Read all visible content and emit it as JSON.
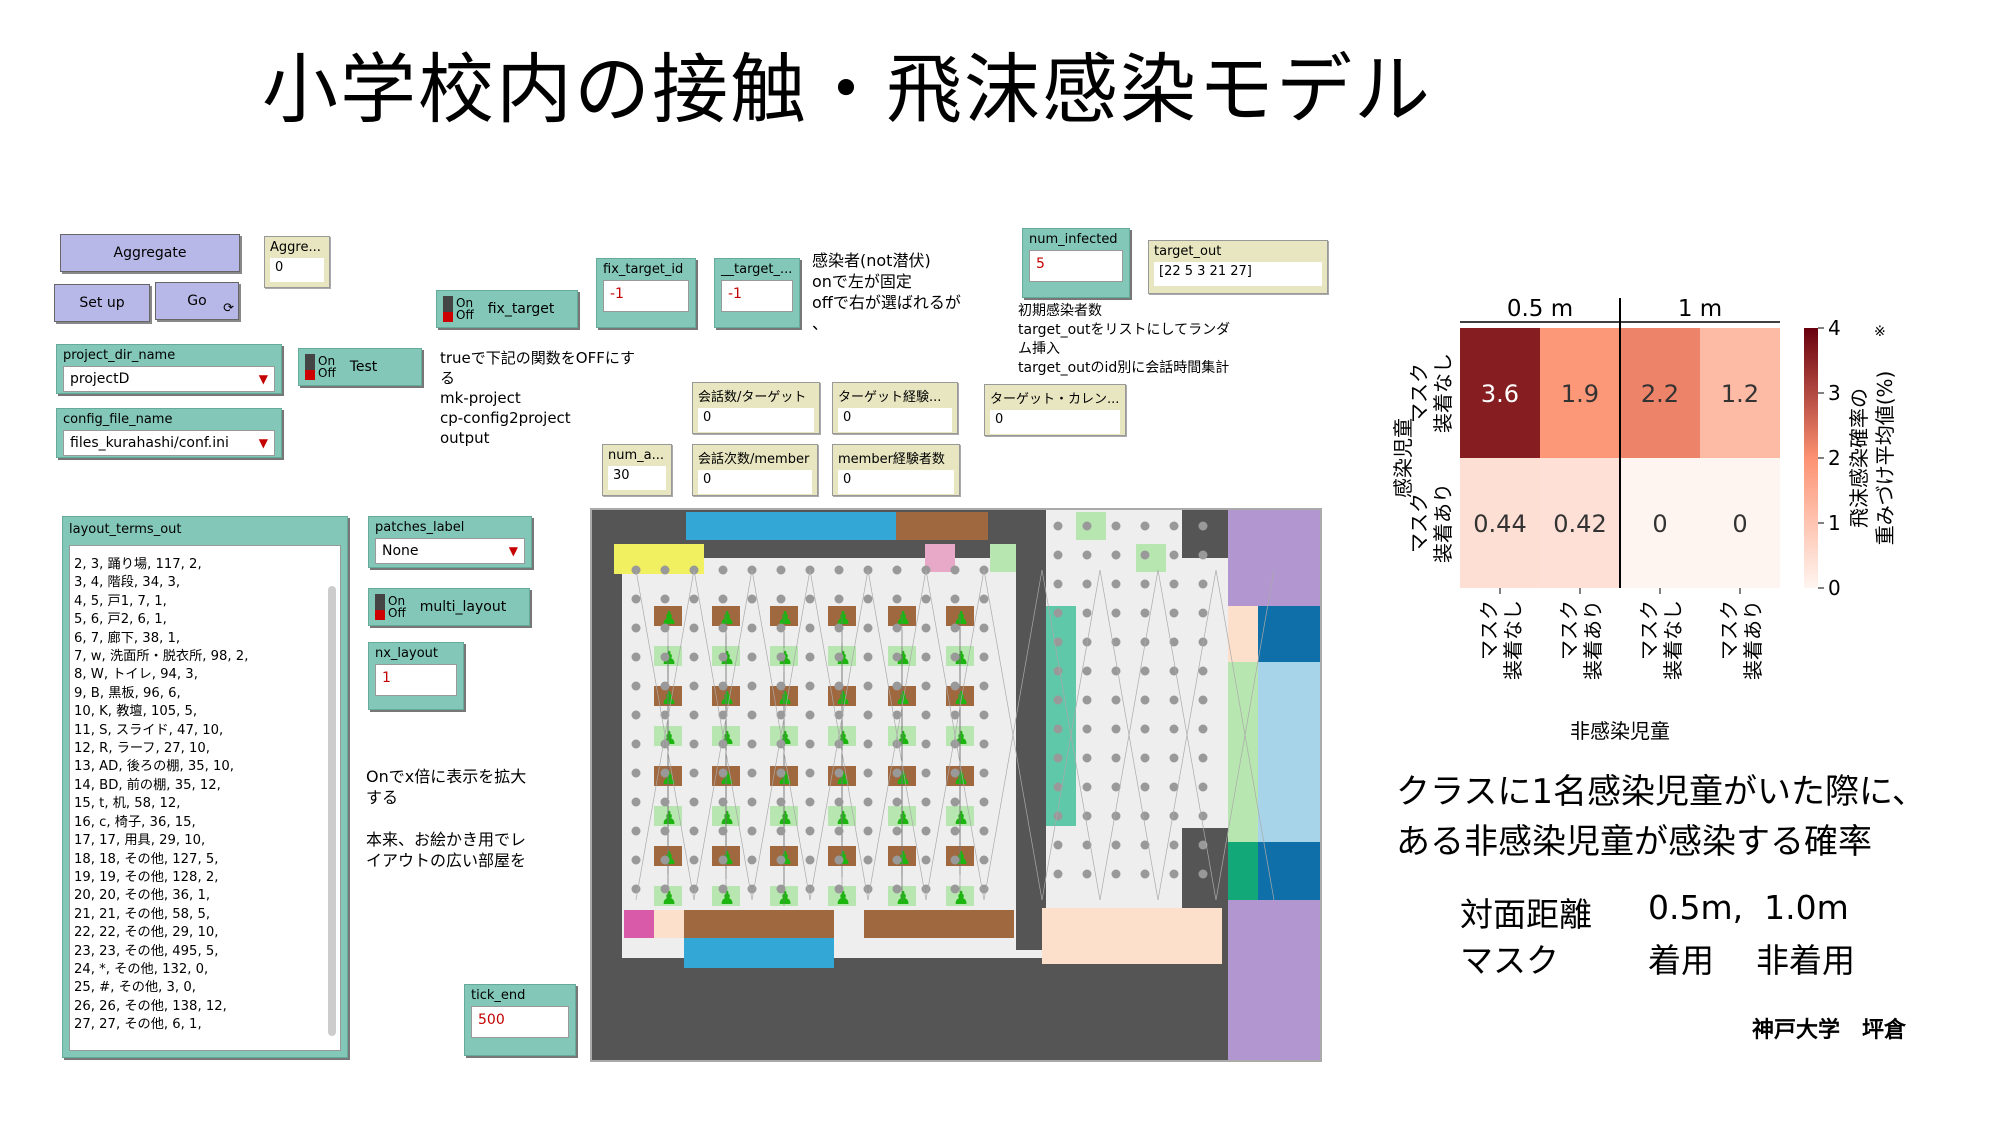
{
  "title": "小学校内の接触・飛沫感染モデル",
  "buttons": {
    "aggregate": "Aggregate",
    "setup": "Set up",
    "go": "Go",
    "go_icon": "⟳"
  },
  "monitors": {
    "aggre": {
      "label": "Aggre...",
      "value": "0"
    },
    "target_out": {
      "label": "target_out",
      "value": "[22 5 3 21 27]"
    },
    "kaiwa_target": {
      "label": "会話数/ターゲット",
      "value": "0"
    },
    "target_keiken": {
      "label": "ターゲット経験...",
      "value": "0"
    },
    "target_karen": {
      "label": "ターゲット・カレン...",
      "value": "0"
    },
    "num_a": {
      "label": "num_a...",
      "value": "30"
    },
    "kaiwa_member": {
      "label": "会話次数/member",
      "value": "0"
    },
    "member_keiken": {
      "label": "member経験者数",
      "value": "0"
    }
  },
  "inputs": {
    "fix_target_id": {
      "label": "fix_target_id",
      "value": "-1"
    },
    "target_x": {
      "label": "__target_...",
      "value": "-1"
    },
    "num_infected": {
      "label": "num_infected",
      "value": "5"
    },
    "nx_layout": {
      "label": "nx_layout",
      "value": "1"
    },
    "tick_end": {
      "label": "tick_end",
      "value": "500"
    }
  },
  "choosers": {
    "project_dir_name": {
      "label": "project_dir_name",
      "value": "projectD"
    },
    "config_file_name": {
      "label": "config_file_name",
      "value": "files_kurahashi/conf.ini"
    },
    "patches_label": {
      "label": "patches_label",
      "value": "None"
    }
  },
  "switches": {
    "fix_target": {
      "on": "On",
      "off": "Off",
      "label": "fix_target"
    },
    "test": {
      "on": "On",
      "off": "Off",
      "label": "Test"
    },
    "multi_layout": {
      "on": "On",
      "off": "Off",
      "label": "multi_layout"
    }
  },
  "notes": {
    "infected": "感染者(not潜伏)\nonで左が固定\noffで右が選ばれるが\n、",
    "initial": "初期感染者数\ntarget_outをリストにしてランダ\nム挿入\ntarget_outのid別に会話時間集計",
    "true_off": "trueで下記の関数をOFFにす\nる\nmk-project\ncp-config2project\noutput",
    "zoom": "Onでx倍に表示を拡大\nする\n\n本来、お絵かき用でレ\nイアウトの広い部屋を"
  },
  "layout_terms_out": {
    "label": "layout_terms_out",
    "lines": [
      "2, 3, 踊り場, 117, 2,",
      "3, 4, 階段, 34, 3,",
      "4, 5, 戸1, 7, 1,",
      "5, 6, 戸2, 6, 1,",
      "6, 7, 廊下, 38, 1,",
      "7, w, 洗面所・脱衣所, 98, 2,",
      "8, W, トイレ, 94, 3,",
      "9, B, 黒板, 96, 6,",
      "10, K, 教壇, 105, 5,",
      "11, S, スライド, 47, 10,",
      "12, R, ラーフ, 27, 10,",
      "13, AD, 後ろの棚, 35, 10,",
      "14, BD, 前の棚, 35, 12,",
      "15, t, 机, 58, 12,",
      "16, c, 椅子, 36, 15,",
      "17, 17, 用具, 29, 10,",
      "18, 18, その他, 127, 5,",
      "19, 19, その他, 128, 2,",
      "20, 20, その他, 36, 1,",
      "21, 21, その他, 58, 5,",
      "22, 22, その他, 29, 10,",
      "23, 23, その他, 495, 5,",
      "24, *, その他, 132, 0,",
      "25, #, その他, 3, 0,",
      "26, 26, その他, 138, 12,",
      "27, 27, その他, 6, 1,"
    ]
  },
  "chart_data": {
    "type": "heatmap",
    "col_groups": [
      "0.5 m",
      "1 m"
    ],
    "columns": [
      "マスク\n装着なし",
      "マスク\n装着あり",
      "マスク\n装着なし",
      "マスク\n装着あり"
    ],
    "rows": [
      "マスク\n装着なし",
      "マスク\n装着あり"
    ],
    "values": [
      [
        3.6,
        1.9,
        2.2,
        1.2
      ],
      [
        0.44,
        0.42,
        0,
        0
      ]
    ],
    "value_labels": [
      [
        "3.6",
        "1.9",
        "2.2",
        "1.2"
      ],
      [
        "0.44",
        "0.42",
        "0",
        "0"
      ]
    ],
    "ylabel": "感染児童",
    "xlabel": "非感染児童",
    "colorbar_label": "飛沫感染確率の\n重みづけ平均値(%)",
    "colorbar_note": "※",
    "colorbar_ticks": [
      "4",
      "3",
      "2",
      "1",
      "0"
    ],
    "vmin": 0,
    "vmax": 4
  },
  "summary": {
    "line1": "クラスに1名感染児童がいた際に、",
    "line2": "ある非感染児童が感染する確率",
    "dist_label": "対面距離",
    "dist_values": "0.5m,  1.0m",
    "mask_label": "マスク",
    "mask_values": "着用    非着用",
    "author": "神戸大学　坪倉"
  }
}
